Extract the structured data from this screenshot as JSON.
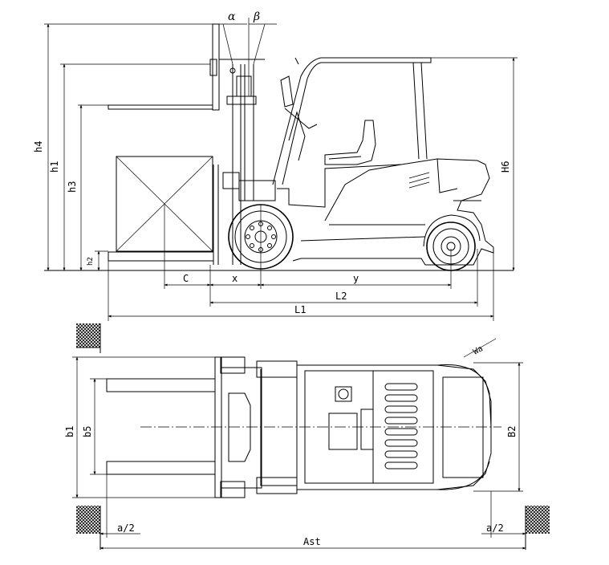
{
  "dimensions": {
    "alpha": "α",
    "beta": "β",
    "h4": "h4",
    "h1": "h1",
    "h3": "h3",
    "h2": "h2",
    "h6": "H6",
    "c": "C",
    "x": "x",
    "y": "y",
    "l2": "L2",
    "l1": "L1",
    "wa": "Wa",
    "b1": "b1",
    "b5": "b5",
    "b2": "B2",
    "a2_left": "a/2",
    "a2_right": "a/2",
    "ast": "Ast"
  }
}
